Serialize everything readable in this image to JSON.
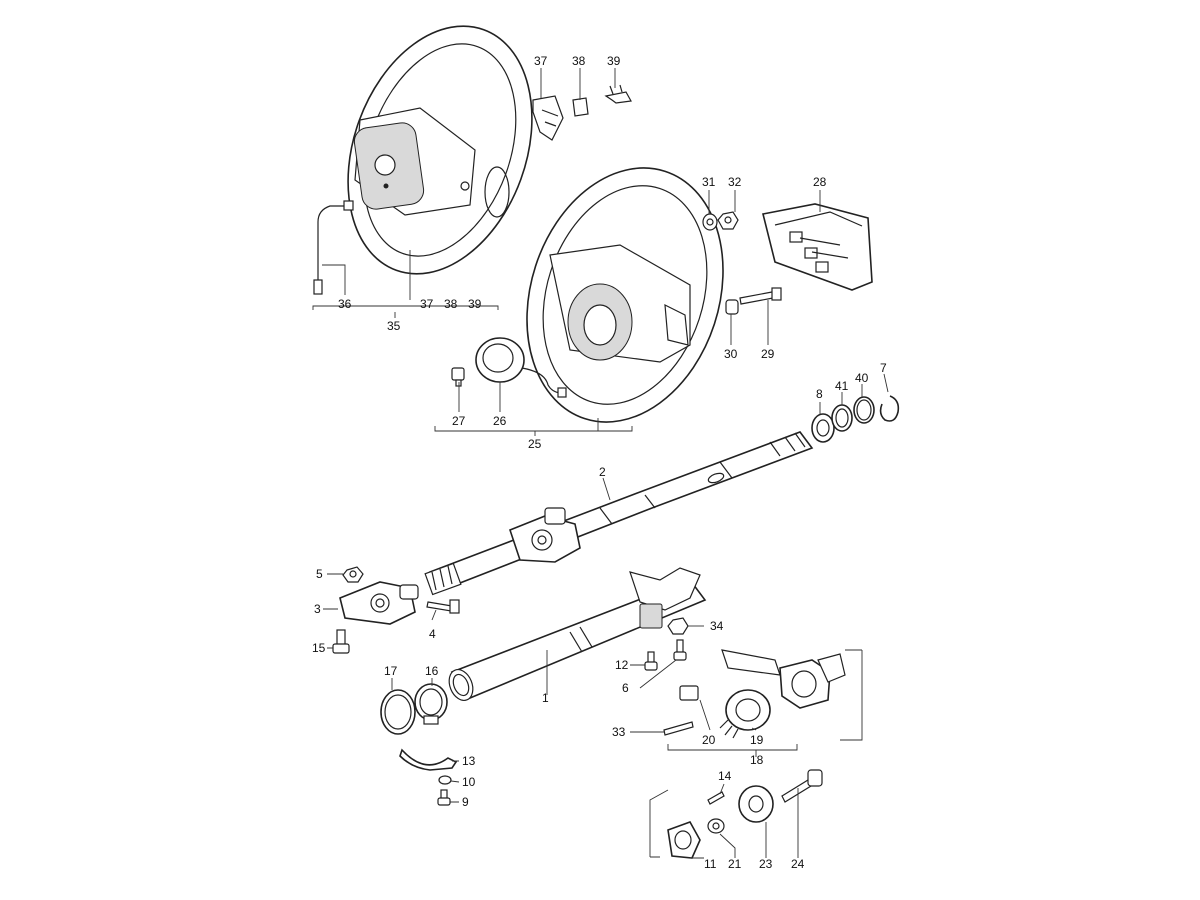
{
  "callouts": {
    "c1": "1",
    "c2": "2",
    "c3": "3",
    "c4": "4",
    "c5": "5",
    "c6": "6",
    "c7": "7",
    "c8": "8",
    "c9": "9",
    "c10": "10",
    "c11": "11",
    "c12": "12",
    "c13": "13",
    "c14": "14",
    "c15": "15",
    "c16": "16",
    "c17": "17",
    "c18": "18",
    "c19": "19",
    "c20": "20",
    "c21": "21",
    "c23": "23",
    "c24": "24",
    "c25": "25",
    "c26": "26",
    "c27": "27",
    "c28": "28",
    "c29": "29",
    "c30": "30",
    "c31": "31",
    "c32": "32",
    "c33": "33",
    "c34": "34",
    "c35": "35",
    "c36": "36",
    "c37a": "37",
    "c38a": "38",
    "c39a": "39",
    "c37b": "37",
    "c38b": "38",
    "c39b": "39",
    "c40": "40",
    "c41": "41"
  }
}
